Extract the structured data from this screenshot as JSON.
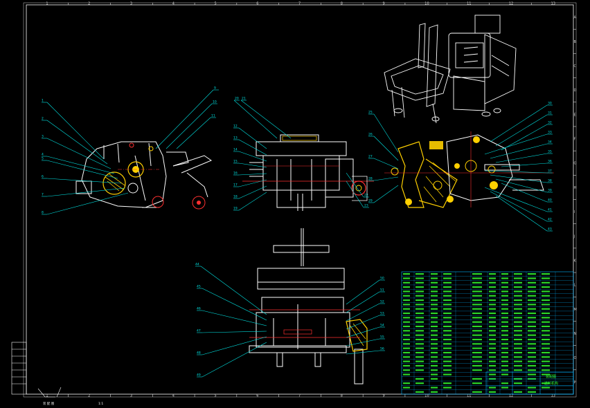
{
  "drawing": {
    "frame_colors": {
      "border": "#ffffff",
      "leader": "#00e5e5",
      "hatch": "#ffd000",
      "section": "#ff3030",
      "bom_text": "#33ff33",
      "bom_grid": "#00b4ff"
    },
    "zones_top": [
      "1",
      "2",
      "3",
      "4",
      "5",
      "6",
      "7",
      "8",
      "9",
      "10",
      "11",
      "12",
      "13"
    ],
    "zones_right": [
      "A",
      "B",
      "C",
      "D",
      "E",
      "F",
      "G",
      "H",
      "I",
      "J",
      "K",
      "L",
      "M",
      "N",
      "O",
      "P"
    ],
    "balloons_front_view": [
      "1",
      "2",
      "3",
      "4",
      "5",
      "6",
      "7",
      "8",
      "9",
      "10",
      "11"
    ],
    "balloons_section_view": [
      "12",
      "13",
      "14",
      "15",
      "16",
      "17",
      "18",
      "19",
      "20",
      "21",
      "22",
      "23"
    ],
    "balloons_side_view": [
      "25",
      "26",
      "27",
      "28",
      "29",
      "30",
      "31",
      "32",
      "33",
      "34",
      "35",
      "36",
      "37",
      "38",
      "39",
      "40",
      "41",
      "42",
      "43"
    ],
    "balloons_bottom_view": [
      "44",
      "45",
      "46",
      "47",
      "48",
      "49",
      "50",
      "51",
      "52",
      "53",
      "54",
      "55",
      "56"
    ],
    "bottom_left_text": "装 配 图",
    "scale_box": "1:1",
    "title_block": {
      "line1": "装配图",
      "line2": "送料机构"
    }
  }
}
